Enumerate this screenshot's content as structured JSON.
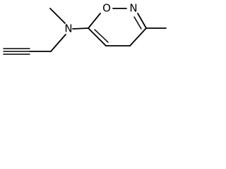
{
  "molecule": {
    "atoms": {
      "nitrogen_amine": "N",
      "oxygen_ring": "O",
      "nitrogen_ring": "N"
    }
  },
  "colors": {
    "bond": "#000000",
    "label": "#000000",
    "background": "#ffffff"
  }
}
